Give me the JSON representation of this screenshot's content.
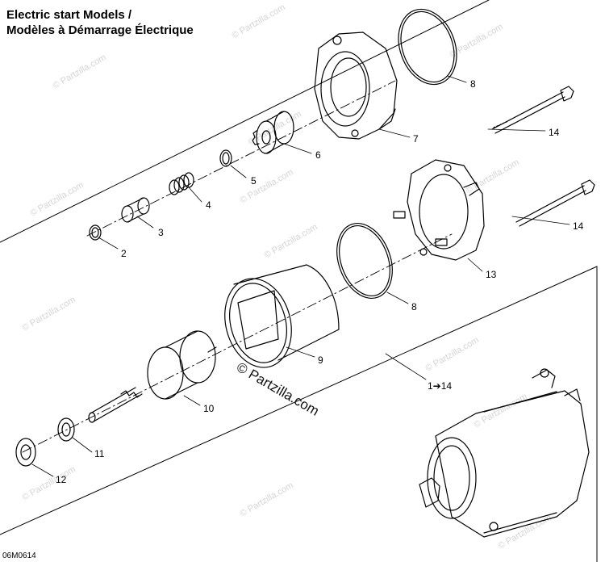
{
  "title_line1": "Electric start Models /",
  "title_line2": "Modèles à Démarrage Électrique",
  "diagram_code": "06M0614",
  "watermark": "© Partzilla.com",
  "center_watermark": "© Partzilla.com",
  "callouts": {
    "c2": "2",
    "c3": "3",
    "c4": "4",
    "c5": "5",
    "c6": "6",
    "c7": "7",
    "c8a": "8",
    "c8b": "8",
    "c9": "9",
    "c10": "10",
    "c11": "11",
    "c12": "12",
    "c13": "13",
    "c14a": "14",
    "c14b": "14",
    "assembly": "1➔14"
  }
}
